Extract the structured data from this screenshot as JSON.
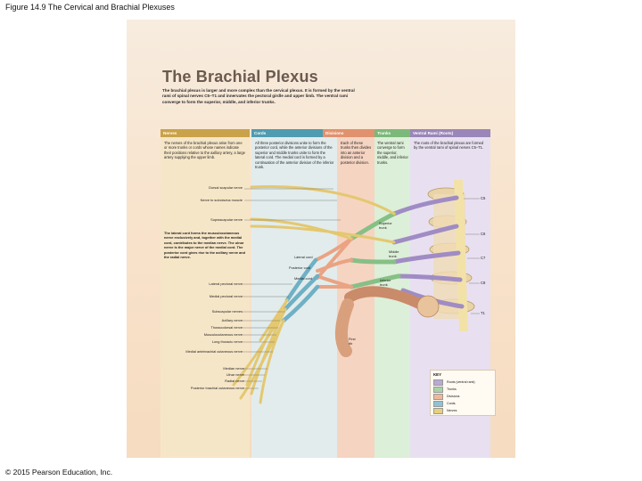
{
  "figure_caption": "Figure 14.9 The Cervical and Brachial Plexuses",
  "copyright": "© 2015 Pearson Education, Inc.",
  "plate": {
    "title": "The Brachial Plexus",
    "intro": "The brachial plexus is larger and more complex than the cervical plexus. It is formed by the ventral rami of spinal nerves C5–T1 and innervates the pectoral girdle and upper limb. The ventral rami converge to form the superior, middle, and inferior trunks.",
    "columns": [
      {
        "header": "Nerves",
        "text": "The nerves of the brachial plexus arise from one or more trunks or cords whose names indicate their positions relative to the axillary artery, a large artery supplying the upper limb."
      },
      {
        "header": "Cords",
        "text": "All three posterior divisions unite to form the posterior cord, while the anterior divisions of the superior and middle trunks unite to form the lateral cord. The medial cord is formed by a continuation of the anterior division of the inferior trunk."
      },
      {
        "header": "Divisions",
        "text": "Each of these trunks then divides into an anterior division and a posterior division."
      },
      {
        "header": "Trunks",
        "text": "The ventral rami converge to form the superior, middle, and inferior trunks."
      },
      {
        "header": "Ventral Rami (Roots)",
        "text": "The roots of the brachial plexus are formed by the ventral rami of spinal nerves C5–T1."
      }
    ],
    "header_colors": {
      "nerves": "#c9a24a",
      "cords": "#4f9bb0",
      "divisions": "#e0926e",
      "trunks": "#7ab97a",
      "roots": "#9a86b8"
    },
    "labels_left": {
      "dorsal_scapular": "Dorsal scapular nerve",
      "subclavius": "Nerve to subclavius muscle",
      "suprascapular": "Suprascapular nerve",
      "lateral_cord_note": "The lateral cord forms the musculocutaneous nerve exclusively and, together with the medial cord, contributes to the median nerve. The ulnar nerve is the major nerve of the medial cord. The posterior cord gives rise to the axillary nerve and the radial nerve.",
      "lateral_pectoral": "Lateral pectoral nerve",
      "medial_pectoral": "Medial pectoral nerve",
      "subscapular": "Subscapular nerves",
      "axillary": "Axillary nerve",
      "thoracodorsal": "Thoracodorsal nerve",
      "musculocutaneous": "Musculocutaneous nerve",
      "long_thoracic": "Long thoracic nerve",
      "medial_antebrachial": "Medial antebrachial cutaneous nerve",
      "median": "Median nerve",
      "ulnar": "Ulnar nerve",
      "radial": "Radial nerve",
      "posterior_brachial": "Posterior brachial cutaneous nerve"
    },
    "labels_mid": {
      "lateral_cord": "Lateral cord",
      "posterior_cord": "Posterior cord",
      "medial_cord": "Medial cord",
      "superior_trunk": "Superior trunk",
      "middle_trunk": "Middle trunk",
      "inferior_trunk": "Inferior trunk",
      "first_rib": "First rib"
    },
    "spinal_levels": [
      "C5",
      "C6",
      "C7",
      "C8",
      "T1"
    ],
    "key": {
      "title": "KEY",
      "items": [
        {
          "label": "Roots (ventral rami)",
          "color": "#b9a9d3"
        },
        {
          "label": "Trunks",
          "color": "#a9d3a4"
        },
        {
          "label": "Divisions",
          "color": "#f0b79a"
        },
        {
          "label": "Cords",
          "color": "#8ec3d3"
        },
        {
          "label": "Nerves",
          "color": "#e8cf7a"
        }
      ]
    }
  }
}
